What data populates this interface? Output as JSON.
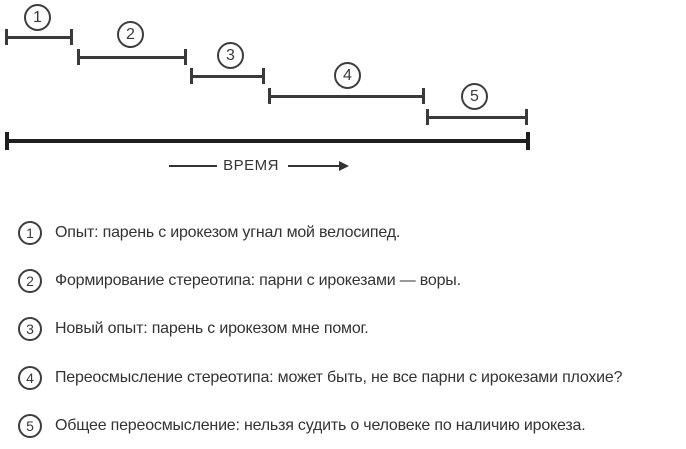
{
  "diagram": {
    "segments": [
      {
        "label": "1"
      },
      {
        "label": "2"
      },
      {
        "label": "3"
      },
      {
        "label": "4"
      },
      {
        "label": "5"
      }
    ],
    "time_label": "ВРЕМЯ",
    "colors": {
      "segment": "#3a3a3a",
      "timeline": "#1f1f1f",
      "text": "#333333"
    }
  },
  "legend": {
    "items": [
      {
        "number": "1",
        "text": "Опыт: парень с ирокезом угнал мой велосипед."
      },
      {
        "number": "2",
        "text": "Формирование стереотипа: парни с ирокезами — воры."
      },
      {
        "number": "3",
        "text": "Новый опыт: парень с ирокезом мне помог."
      },
      {
        "number": "4",
        "text": "Переосмысление стереотипа: может быть, не все парни с ирокезами плохие?"
      },
      {
        "number": "5",
        "text": "Общее переосмысление: нельзя судить о человеке по наличию ирокеза."
      }
    ]
  }
}
